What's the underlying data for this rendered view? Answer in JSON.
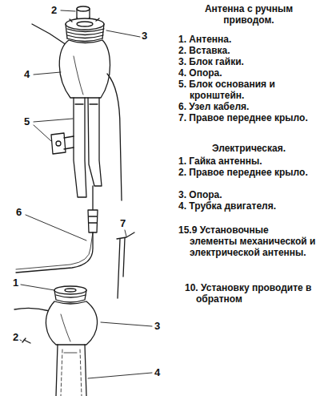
{
  "diagram": {
    "caption": "15.9 Установочные элементы механической и электрической антенны.",
    "labels": [
      "2",
      "3",
      "4",
      "5",
      "6",
      "7",
      "1",
      "2",
      "3",
      "4",
      "Антенна с ручным приводом.",
      "1. Антенна.",
      "2. Вставка.",
      "3. Блок гайки.",
      "4. Опора.",
      "5. Блок основания и кронштейн.",
      "6. Узел кабеля.",
      "7. Правое переднее крыло.",
      "Электрическая.",
      "1. Гайка антенны.",
      "2. Правое переднее крыло.",
      "3. Опора.",
      "4. Трубка двигателя.",
      "10. Установку проводите в обратном"
    ]
  }
}
